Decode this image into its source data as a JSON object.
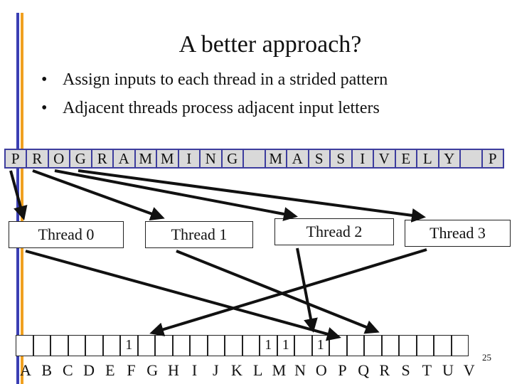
{
  "title": "A better approach?",
  "bullets": [
    "Assign inputs to each thread in a strided pattern",
    "Adjacent threads process adjacent input letters"
  ],
  "input_letters": [
    "P",
    "R",
    "O",
    "G",
    "R",
    "A",
    "M",
    "M",
    "I",
    "N",
    "G",
    "",
    "M",
    "A",
    "S",
    "S",
    "I",
    "V",
    "E",
    "L",
    "Y",
    "",
    "P"
  ],
  "threads": [
    "Thread 0",
    "Thread 1",
    "Thread 2",
    "Thread 3"
  ],
  "output_counts": [
    "",
    "",
    "",
    "",
    "",
    "",
    "1",
    "",
    "",
    "",
    "",
    "",
    "",
    "",
    "1",
    "1",
    "",
    "1",
    "",
    "",
    "",
    "",
    "",
    "",
    "",
    ""
  ],
  "alphabet": [
    "A",
    "B",
    "C",
    "D",
    "E",
    "F",
    "G",
    "H",
    "I",
    "J",
    "K",
    "L",
    "M",
    "N",
    "O",
    "P",
    "Q",
    "R",
    "S",
    "T",
    "U",
    "V"
  ],
  "page_number": "25",
  "colors": {
    "strip": "#3d3d9e",
    "input_cell": "#d9d9d9",
    "accent_blue": "#3b3fb3",
    "accent_orange": "#f0a020"
  }
}
